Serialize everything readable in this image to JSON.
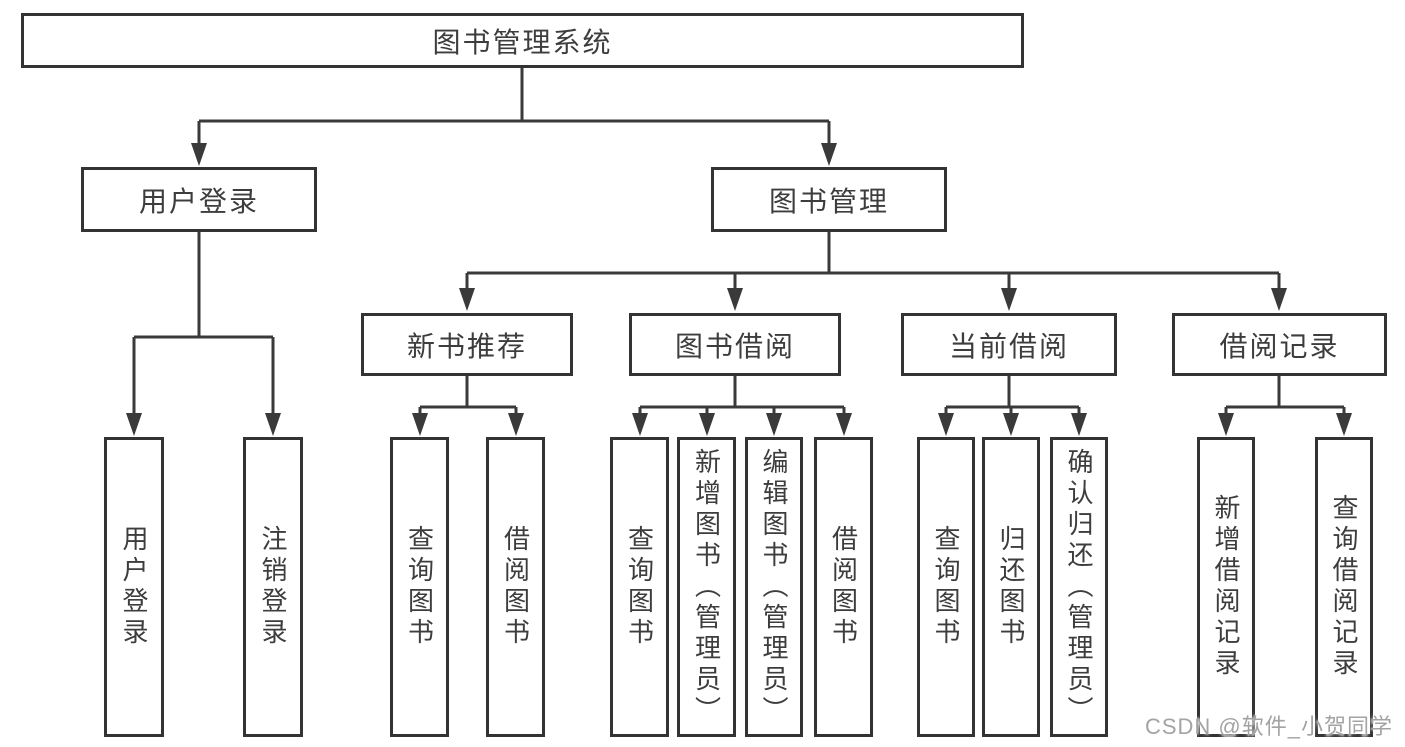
{
  "tree": {
    "label": "图书管理系统",
    "children": [
      {
        "label": "用户登录",
        "children": [
          {
            "label": "用户登录"
          },
          {
            "label": "注销登录"
          }
        ]
      },
      {
        "label": "图书管理",
        "children": [
          {
            "label": "新书推荐",
            "children": [
              {
                "label": "查询图书"
              },
              {
                "label": "借阅图书"
              }
            ]
          },
          {
            "label": "图书借阅",
            "children": [
              {
                "label": "查询图书"
              },
              {
                "label": "新增图书（管理员）"
              },
              {
                "label": "编辑图书（管理员）"
              },
              {
                "label": "借阅图书"
              }
            ]
          },
          {
            "label": "当前借阅",
            "children": [
              {
                "label": "查询图书"
              },
              {
                "label": "归还图书"
              },
              {
                "label": "确认归还（管理员）"
              }
            ]
          },
          {
            "label": "借阅记录",
            "children": [
              {
                "label": "新增借阅记录"
              },
              {
                "label": "查询借阅记录"
              }
            ]
          }
        ]
      }
    ]
  },
  "watermark": {
    "text": "CSDN @软件_小贺同学"
  },
  "colors": {
    "line": "#3a3a3a",
    "box_border": "#333333",
    "text": "#3d3d3d",
    "watermark": "#a3a3a3",
    "background": "#ffffff"
  }
}
